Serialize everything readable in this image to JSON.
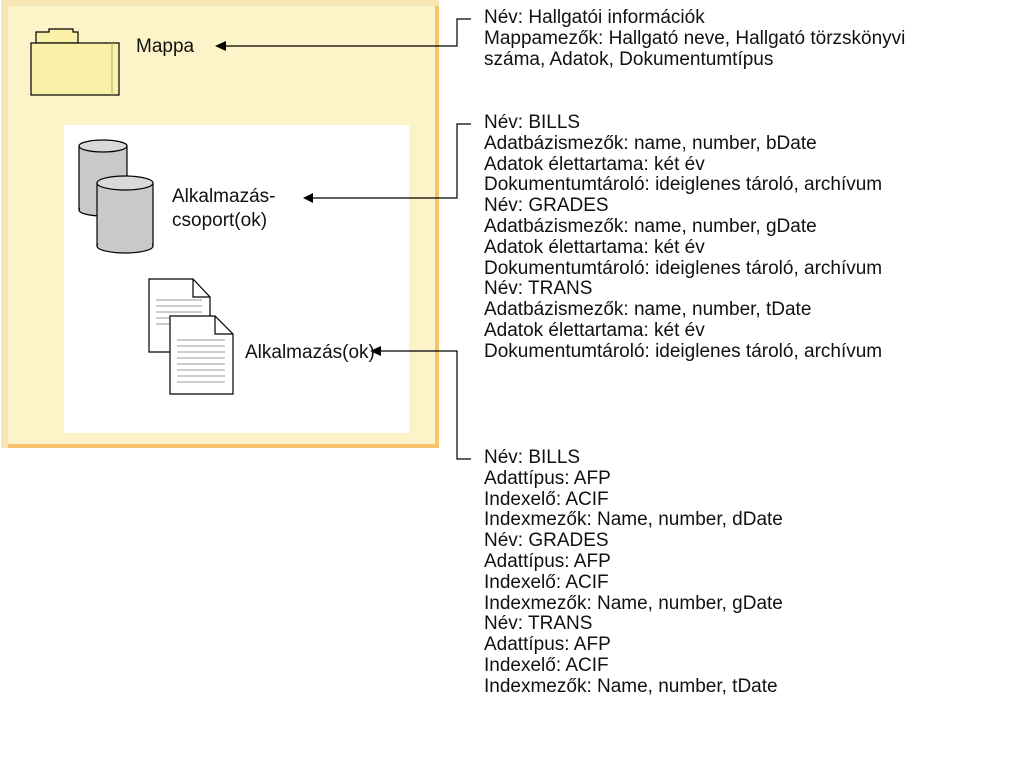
{
  "colors": {
    "panel_fill": "#fdf3c8",
    "panel_border": "#f4c36b",
    "folder_fill": "#faf0a8",
    "cylinder_fill": "#c9c9c9",
    "line": "#000000"
  },
  "diagram": {
    "folder": {
      "icon": "folder-icon",
      "label": "Mappa",
      "description": [
        "Név: Hallgatói információk",
        "Mappamezők: Hallgató neve, Hallgató törzskönyvi",
        "száma, Adatok, Dokumentumtípus"
      ]
    },
    "application_groups": {
      "icon": "database-cylinder-icon",
      "label_line1": "Alkalmazás-",
      "label_line2": "csoport(ok)",
      "description": [
        "Név: BILLS",
        "Adatbázismezők: name, number, bDate",
        "Adatok élettartama: két év",
        "Dokumentumtároló: ideiglenes tároló, archívum",
        "Név: GRADES",
        "Adatbázismezők: name, number, gDate",
        "Adatok élettartama: két év",
        "Dokumentumtároló: ideiglenes tároló, archívum",
        "Név: TRANS",
        "Adatbázismezők: name, number, tDate",
        "Adatok élettartama: két év",
        "Dokumentumtároló: ideiglenes tároló, archívum"
      ]
    },
    "applications": {
      "icon": "document-stack-icon",
      "label": "Alkalmazás(ok)",
      "description": [
        "Név: BILLS",
        "Adattípus: AFP",
        "Indexelő: ACIF",
        "Indexmezők: Name, number, dDate",
        "Név: GRADES",
        "Adattípus: AFP",
        "Indexelő: ACIF",
        "Indexmezők: Name, number, gDate",
        "Név: TRANS",
        "Adattípus: AFP",
        "Indexelő: ACIF",
        "Indexmezők: Name, number, tDate"
      ]
    }
  }
}
